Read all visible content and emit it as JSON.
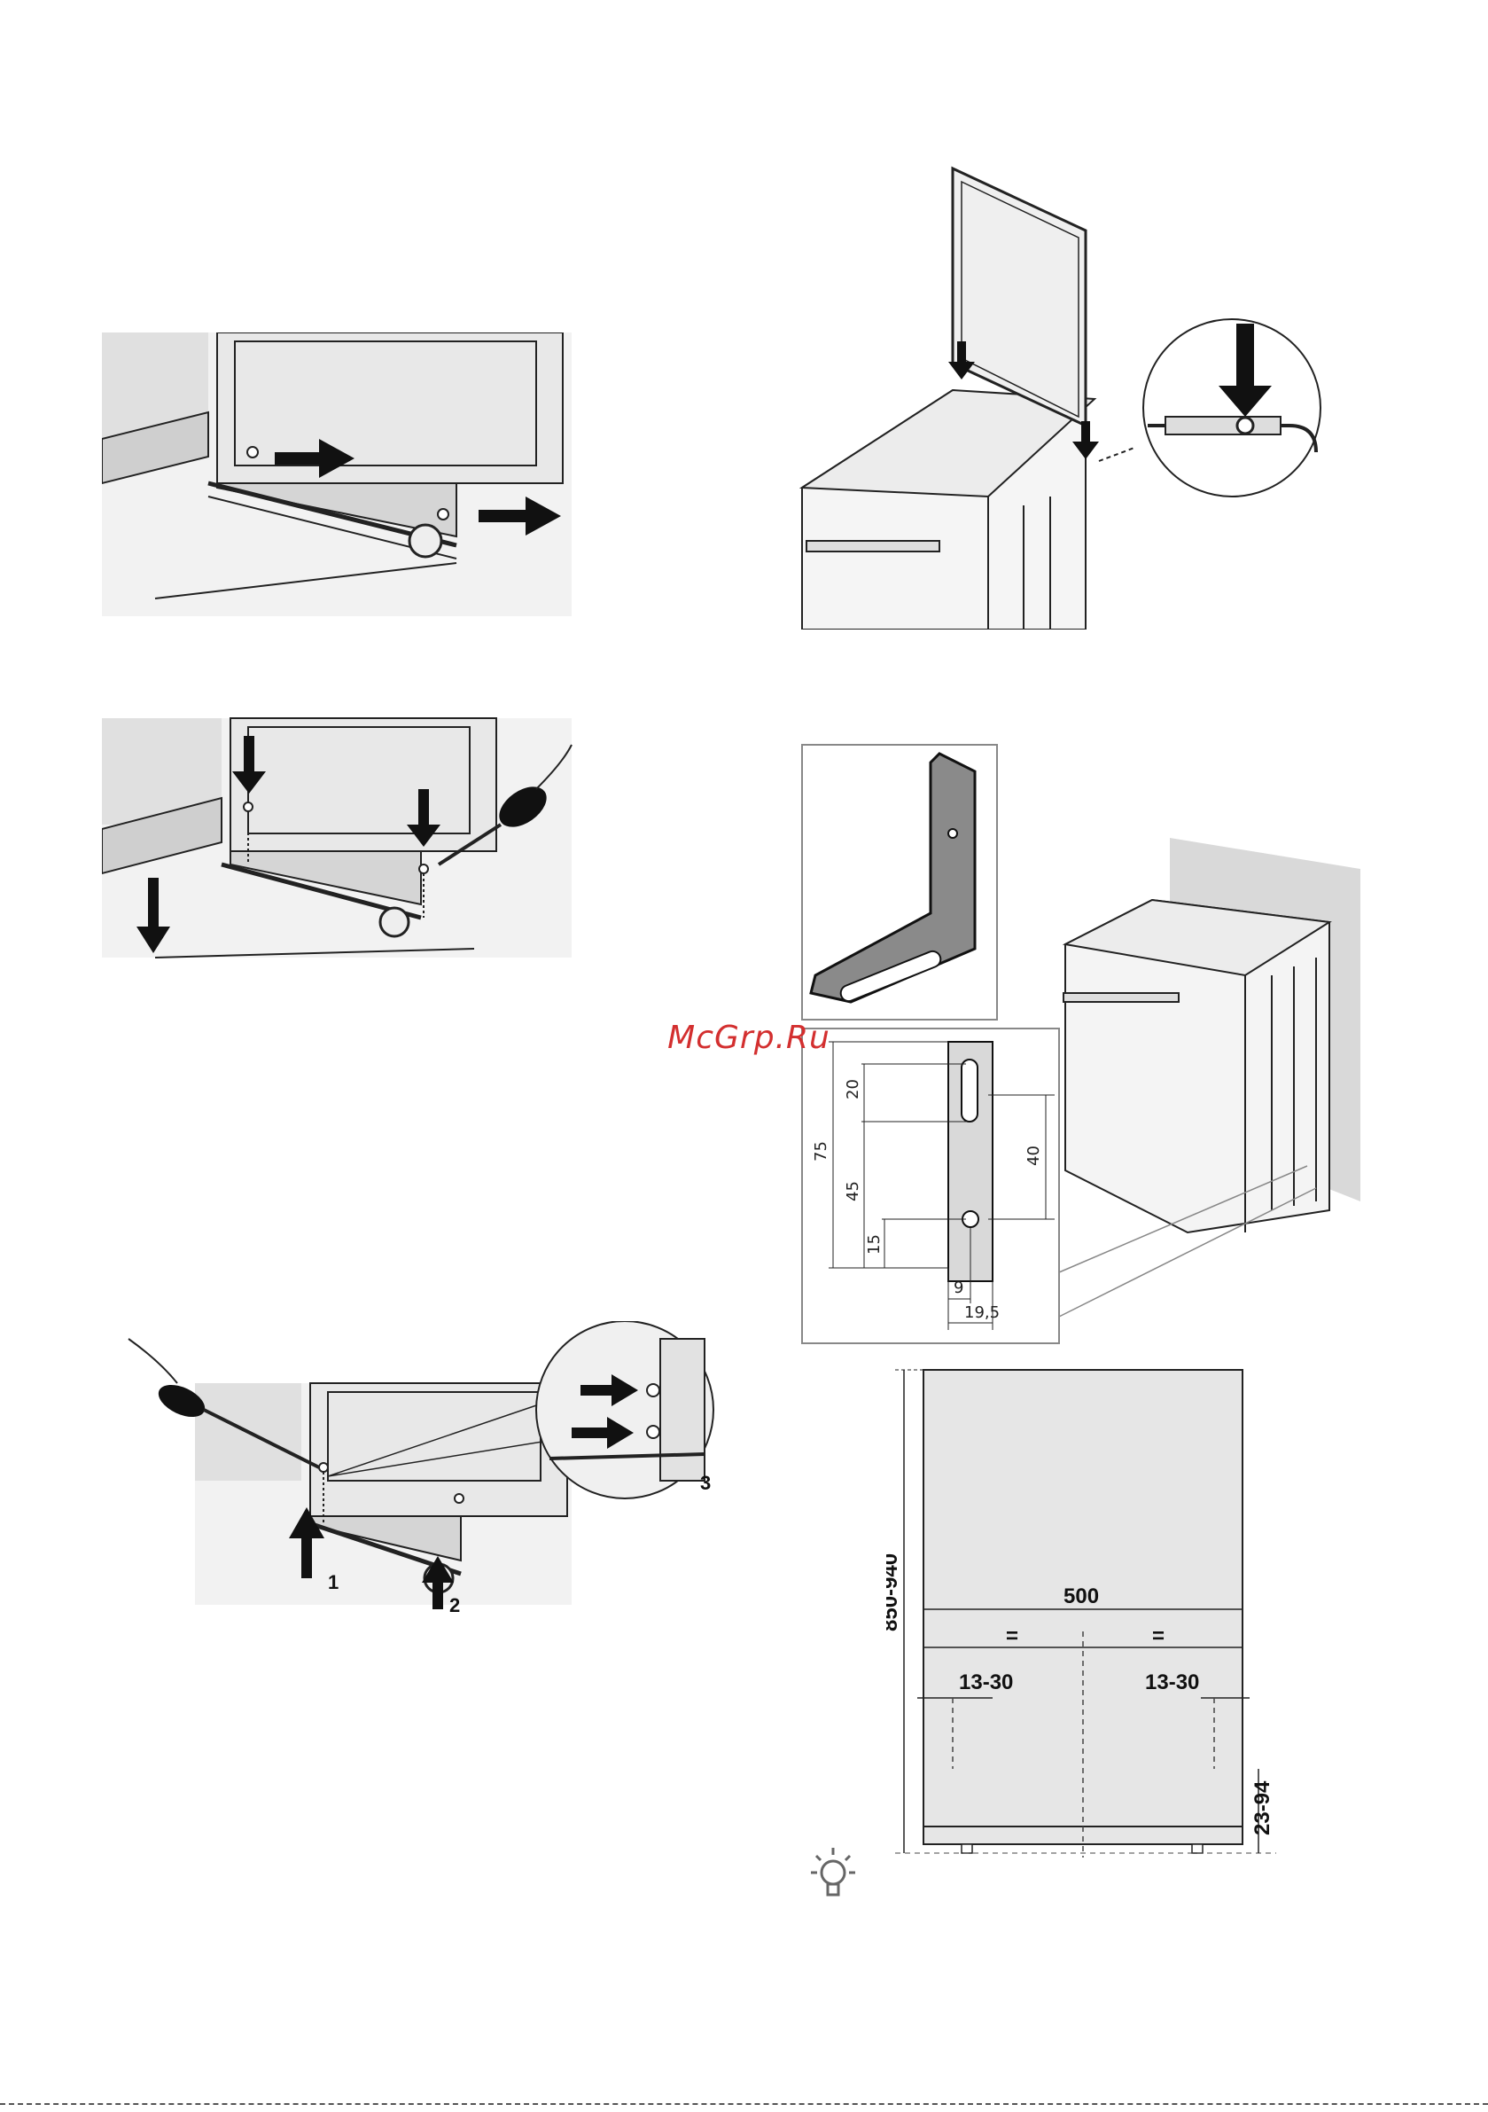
{
  "watermark": {
    "text": "McGrp.Ru",
    "color": "#d32f2f"
  },
  "fig_wheel_panel": {
    "callouts": [
      "1",
      "2",
      "3"
    ]
  },
  "fig_bracket": {
    "dims": {
      "d20": "20",
      "d75": "75",
      "d45": "45",
      "d15": "15",
      "d40": "40",
      "d9": "9",
      "d19_5": "19,5"
    }
  },
  "fig_wall_dims": {
    "height": "850-940",
    "width": "500",
    "eq_left": "=",
    "eq_right": "=",
    "offset_left": "13-30",
    "offset_right": "13-30",
    "bottom": "23-94"
  },
  "colors": {
    "panel_fill": "#e6e6e6",
    "line": "#222222",
    "wall": "#d9d9d9"
  },
  "icons": [
    "arrow-right-icon",
    "arrow-down-icon",
    "arrow-up-icon",
    "screwdriver-icon",
    "lightbulb-tip-icon"
  ]
}
